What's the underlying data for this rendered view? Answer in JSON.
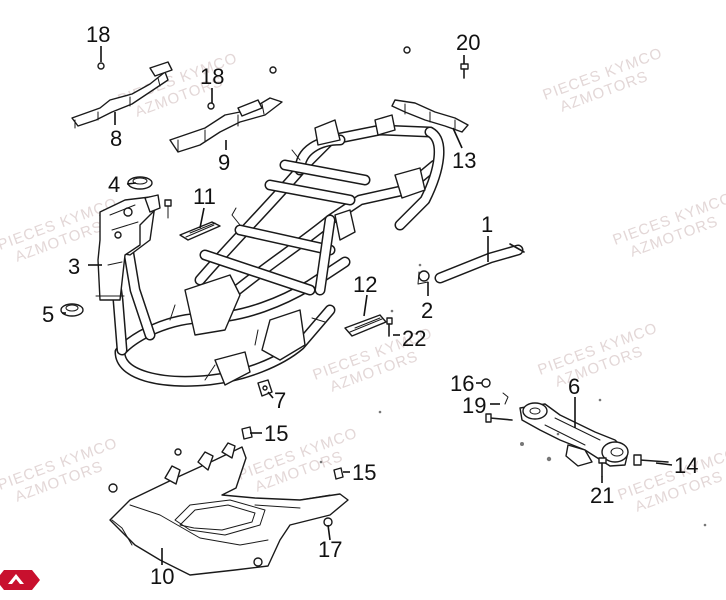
{
  "watermark": {
    "line1": "PIECES KYMCO",
    "line2": "AZMOTORS"
  },
  "labels": [
    "18",
    "20",
    "18",
    "8",
    "9",
    "13",
    "4",
    "11",
    "1",
    "3",
    "2",
    "12",
    "5",
    "22",
    "7",
    "16",
    "6",
    "19",
    "15",
    "15",
    "14",
    "17",
    "21",
    "10"
  ],
  "colors": {
    "ink": "#1a1a1a",
    "watermark": "#e3d7d7",
    "logo": "#c8102e"
  },
  "icons": {
    "logo": "azmotors-logo-icon"
  }
}
